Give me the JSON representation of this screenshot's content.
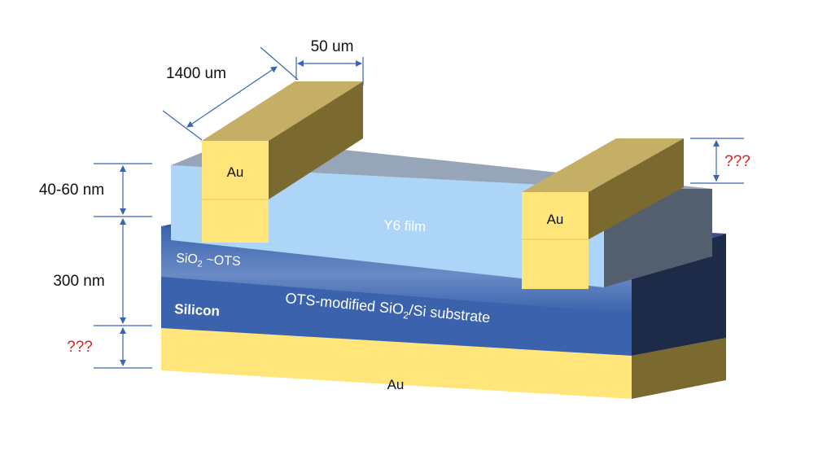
{
  "dimensions": {
    "width_label": "50 um",
    "length_label": "1400 um",
    "film_thickness_label": "40-60 nm",
    "oxide_thickness_label": "300 nm",
    "substrate_unknown_label": "???",
    "electrode_unknown_label": "???"
  },
  "layers": {
    "left_electrode": "Au",
    "right_electrode": "Au",
    "bottom_electrode": "Au",
    "film": "Y6 film",
    "sio2_prefix": "SiO",
    "sio2_sub": "2",
    "sio2_suffix": " ~OTS",
    "silicon": "Silicon",
    "substrate_prefix": "OTS-modified SiO",
    "substrate_sub": "2",
    "substrate_suffix": "/Si substrate"
  },
  "colors": {
    "gold_front": "#ffe57a",
    "gold_top": "#c5ae65",
    "gold_side": "#7b6a30",
    "film_front": "#add5f7",
    "film_top": "#97a5b9",
    "film_side": "#545f70",
    "silicon_front": "#3b63ad",
    "silicon_side": "#1d2b48",
    "dimension_line": "#3a66b0",
    "unknown_text": "#e02020"
  }
}
